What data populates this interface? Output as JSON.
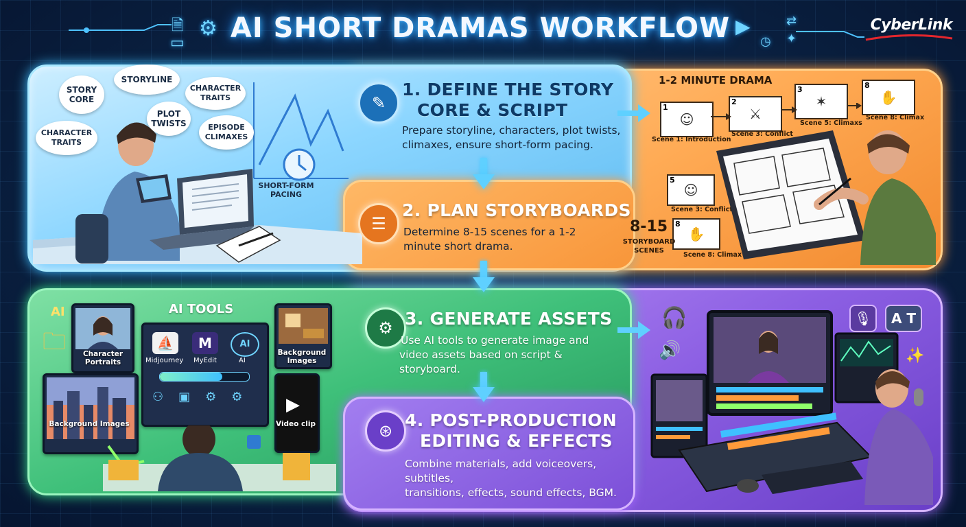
{
  "header": {
    "title": "AI SHORT DRAMAS WORKFLOW",
    "logo": "CyberLink"
  },
  "colors": {
    "step1": "#8cd6ff",
    "step2": "#ffab55",
    "step3": "#3fc07a",
    "step4": "#8c5fe3",
    "glow": "#3fb8ff"
  },
  "steps": [
    {
      "title_line1": "1. DEFINE THE STORY",
      "title_line2": "CORE & SCRIPT",
      "desc_line1": "Prepare storyline, characters, plot twists,",
      "desc_line2": "climaxes, ensure short-form pacing.",
      "icon": "script-icon"
    },
    {
      "title_line1": "2. PLAN STORYBOARDS",
      "desc_line1": "Determine 8-15 scenes for a 1-2",
      "desc_line2": "minute short drama.",
      "icon": "storyboard-icon"
    },
    {
      "title_line1": "3. GENERATE ASSETS",
      "desc_line1": "Use AI tools to generate image and",
      "desc_line2": "video assets based on script & storyboard.",
      "icon": "folder-gear-icon"
    },
    {
      "title_line1": "4. POST-PRODUCTION",
      "title_line2": "EDITING & EFFECTS",
      "desc_line1": "Combine materials, add voiceovers, subtitles,",
      "desc_line2": "transitions, effects, sound effects, BGM.",
      "icon": "film-reel-icon"
    }
  ],
  "step1_illustration": {
    "bubbles": {
      "story_core_1": "STORY",
      "story_core_2": "CORE",
      "storyline": "STORYLINE",
      "character_traits_a_1": "CHARACTER",
      "character_traits_a_2": "TRAITS",
      "plot_twists_1": "PLOT",
      "plot_twists_2": "TWISTS",
      "character_traits_b_1": "CHARACTER",
      "character_traits_b_2": "TRAITS",
      "episode_climaxes_1": "EPISODE",
      "episode_climaxes_2": "CLIMAXES"
    },
    "pacing_label_1": "SHORT-FORM",
    "pacing_label_2": "PACING"
  },
  "step2_illustration": {
    "heading": "1-2 MINUTE DRAMA",
    "scenes": {
      "s1": "Scene 1: Introduction",
      "s3": "Scene 3: Conflict",
      "s5": "Scene 5: Climaxs",
      "s8": "Scene 8: Climax",
      "s3b": "Scene 3: Conflict",
      "s8b": "Scene 8: Climax"
    },
    "scene_numbers": {
      "n1": "1",
      "n2": "2",
      "n3": "3",
      "n8": "8",
      "n5": "5",
      "n8b": "8"
    },
    "count_big": "8-15",
    "count_label_1": "STORYBOARD",
    "count_label_2": "SCENES"
  },
  "step3_illustration": {
    "ai_tools_label": "AI TOOLS",
    "ai_badge": "AI",
    "tools": {
      "t1": "Midjourney",
      "t2": "MyEdit",
      "t3": "AI"
    },
    "character_portraits_1": "Character",
    "character_portraits_2": "Portraits",
    "background_images_right_1": "Background",
    "background_images_right_2": "Images",
    "background_images_left": "Background Images",
    "video_clip": "Video clip"
  }
}
